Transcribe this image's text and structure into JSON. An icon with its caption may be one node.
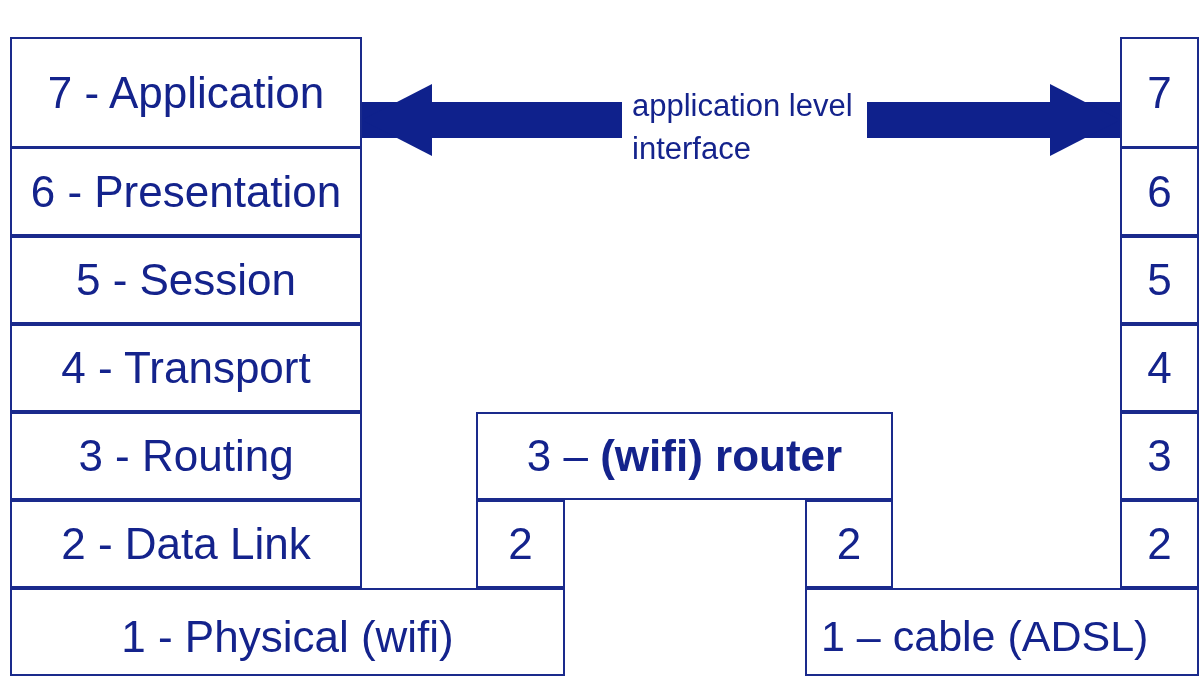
{
  "diagram": {
    "nodes": [
      {
        "text": [
          "7 - Application"
        ]
      },
      {
        "text": [
          "6 - Presentation"
        ]
      },
      {
        "text": [
          "5 - Session"
        ]
      },
      {
        "text": [
          "4 - Transport"
        ]
      },
      {
        "text": [
          "3 - Routing"
        ]
      },
      {
        "text": [
          "2 - Data Link"
        ]
      },
      {
        "text": [
          "1 - Physical (wifi)"
        ]
      },
      {
        "text": [
          "3 – **(wifi) router**"
        ]
      },
      {
        "text": [
          "2"
        ]
      },
      {
        "text": [
          "2"
        ]
      },
      {
        "text": [
          "7"
        ]
      },
      {
        "text": [
          "6"
        ]
      },
      {
        "text": [
          "5"
        ]
      },
      {
        "text": [
          "4"
        ]
      },
      {
        "text": [
          "3"
        ]
      },
      {
        "text": [
          "2"
        ]
      },
      {
        "text": [
          "1 – cable (ADSL)"
        ]
      }
    ],
    "edges": [
      {
        "from": 0,
        "to": 10,
        "arrow": "both",
        "label": "application level interface"
      }
    ]
  }
}
